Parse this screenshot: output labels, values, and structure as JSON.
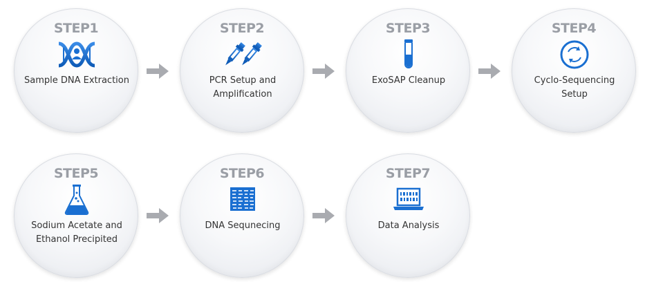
{
  "accent_color": "#1a6fd1",
  "steps": [
    {
      "title": "STEP1",
      "label_line1": "Sample DNA Extraction",
      "label_line2": "",
      "icon": "dna-icon"
    },
    {
      "title": "STEP2",
      "label_line1": "PCR Setup and",
      "label_line2": "Amplification",
      "icon": "pipette-icon"
    },
    {
      "title": "STEP3",
      "label_line1": "ExoSAP Cleanup",
      "label_line2": "",
      "icon": "test-tube-icon"
    },
    {
      "title": "STEP4",
      "label_line1": "Cyclo-Sequencing",
      "label_line2": "Setup",
      "icon": "cycle-icon"
    },
    {
      "title": "STEP5",
      "label_line1": "Sodium Acetate and",
      "label_line2": "Ethanol Precipited",
      "icon": "flask-icon"
    },
    {
      "title": "STEP6",
      "label_line1": "DNA Sequnecing",
      "label_line2": "",
      "icon": "gel-icon"
    },
    {
      "title": "STEP7",
      "label_line1": "Data Analysis",
      "label_line2": "",
      "icon": "laptop-icon"
    }
  ]
}
